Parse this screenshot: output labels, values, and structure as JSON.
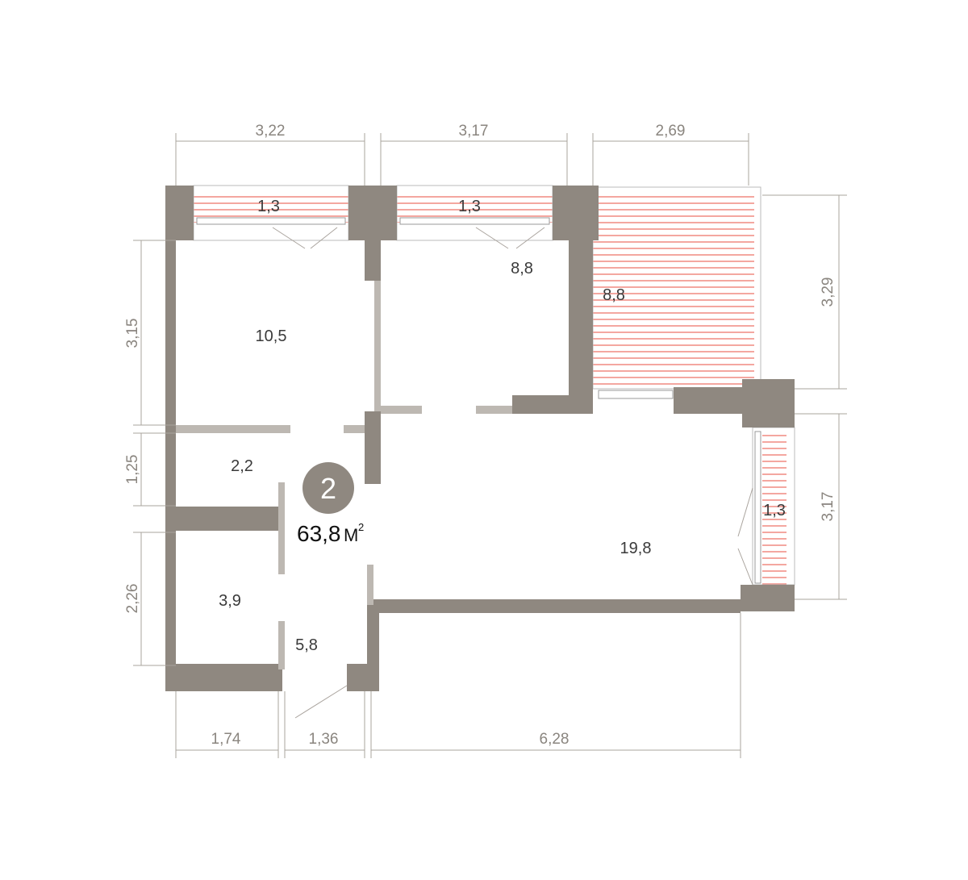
{
  "apartment": {
    "rooms_count": "2",
    "total_area": "63,8",
    "area_unit": "М",
    "area_unit_sup": "2"
  },
  "rooms": [
    {
      "name": "balcony-top-left",
      "area": "1,3"
    },
    {
      "name": "balcony-top-middle",
      "area": "1,3"
    },
    {
      "name": "bedroom-left",
      "area": "10,5"
    },
    {
      "name": "bedroom-middle",
      "area": "8,8"
    },
    {
      "name": "loggia",
      "area": "8,8"
    },
    {
      "name": "storage",
      "area": "2,2"
    },
    {
      "name": "bathroom",
      "area": "3,9"
    },
    {
      "name": "hallway",
      "area": "5,8"
    },
    {
      "name": "living-room",
      "area": "19,8"
    },
    {
      "name": "balcony-right",
      "area": "1,3"
    }
  ],
  "dimensions": {
    "top": [
      "3,22",
      "3,17",
      "2,69"
    ],
    "right": [
      "3,29",
      "3,17"
    ],
    "left": [
      "3,15",
      "1,25",
      "2,26"
    ],
    "bottom": [
      "1,74",
      "1,36",
      "6,28"
    ]
  },
  "colors": {
    "wall": "#8f8880",
    "partition": "#bdb8b2",
    "hatch": "#f08a80"
  }
}
